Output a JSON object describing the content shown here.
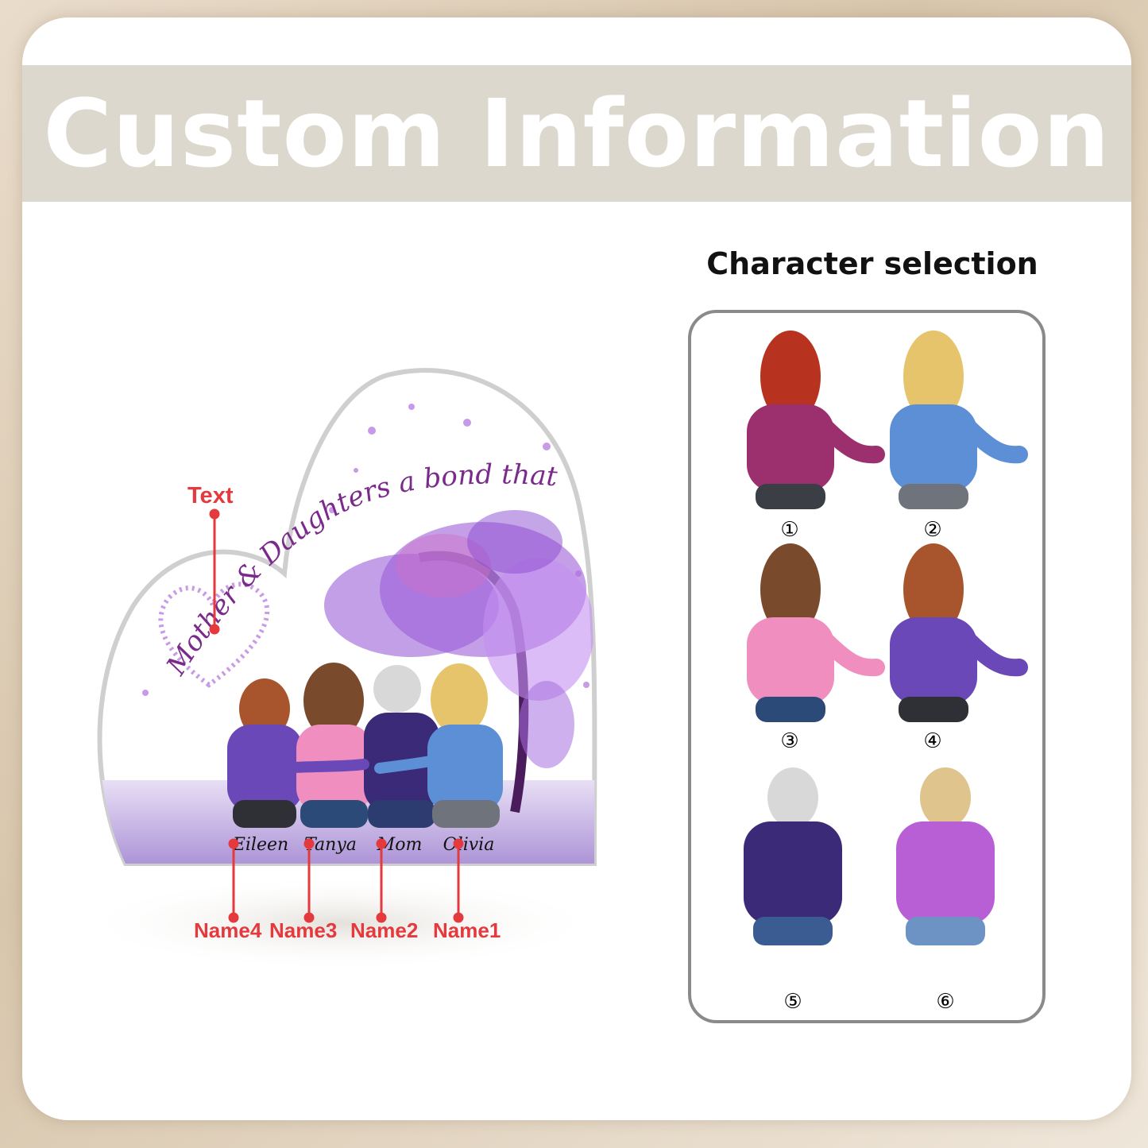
{
  "header": {
    "title": "Custom Information"
  },
  "preview": {
    "quote": "Mother & Daughters a bond that cant be Broken",
    "text_label": "Text",
    "figures": [
      {
        "name": "Eileen",
        "label": "Name4"
      },
      {
        "name": "Tanya",
        "label": "Name3"
      },
      {
        "name": "Mom",
        "label": "Name2"
      },
      {
        "name": "Olivia",
        "label": "Name1"
      }
    ]
  },
  "selection": {
    "title": "Character selection",
    "characters": [
      {
        "number": "①",
        "hair": "#b8331f",
        "top": "#9c2f6e",
        "pants": "#3b3f45"
      },
      {
        "number": "②",
        "hair": "#e6c46c",
        "top": "#5c8fd6",
        "pants": "#6f737b"
      },
      {
        "number": "③",
        "hair": "#7a4a2c",
        "top": "#f08fbf",
        "pants": "#2c4a78"
      },
      {
        "number": "④",
        "hair": "#a8542c",
        "top": "#6a48b8",
        "pants": "#2e3036"
      },
      {
        "number": "⑤",
        "hair": "#d8d8d8",
        "top": "#3a2a78",
        "pants": "#3a5c92"
      },
      {
        "number": "⑥",
        "hair": "#e0c48e",
        "top": "#b95fd6",
        "pants": "#6c93c4"
      }
    ]
  },
  "colors": {
    "accent": "#e43a3d",
    "banner": "#dcd8cd",
    "quote": "#7a2a8a"
  }
}
